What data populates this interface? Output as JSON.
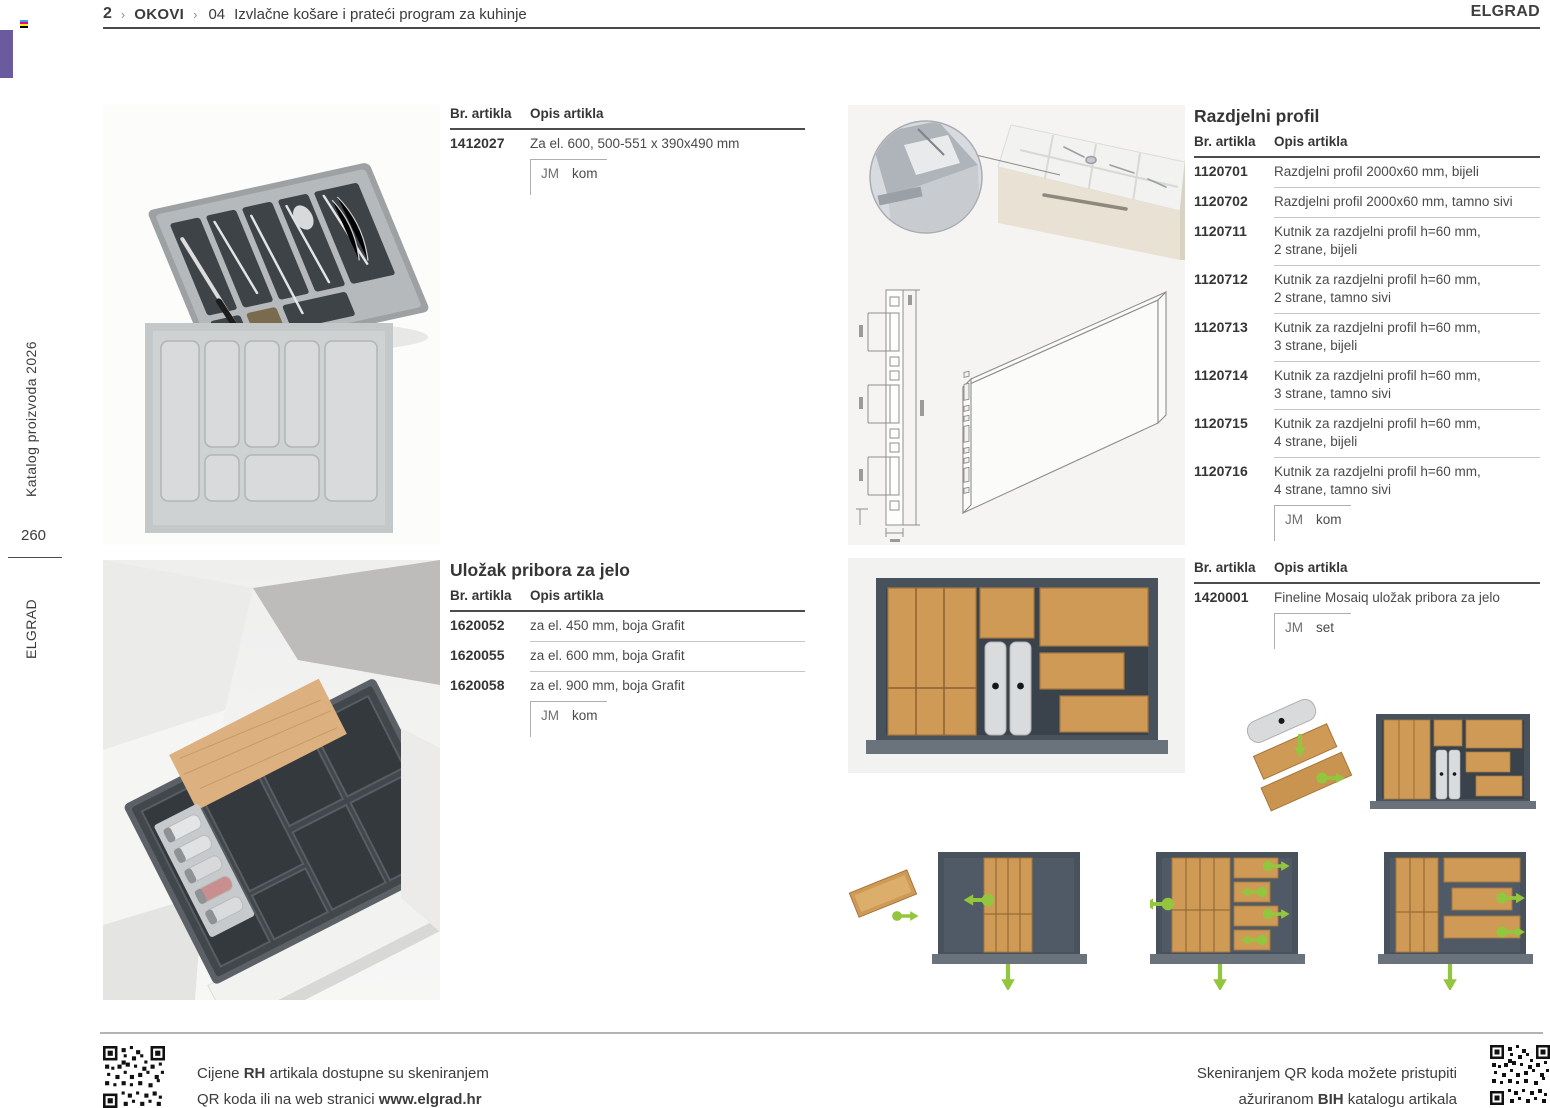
{
  "header": {
    "page_num": "2",
    "separator": "›",
    "section": "OKOVI",
    "subsection": "04",
    "title": "Izvlačne košare i prateći program za kuhinje",
    "brand": "ELGRAD"
  },
  "sidebar": {
    "catalog": "Katalog proizvoda 2026",
    "page_number": "260",
    "brand": "ELGRAD"
  },
  "labels": {
    "br_artikla": "Br. artikla",
    "opis_artikla": "Opis artikla",
    "jm": "JM"
  },
  "sections": {
    "table1": {
      "rows": [
        {
          "br": "1412027",
          "opis": "Za el. 600, 500-551 x 390x490 mm"
        }
      ],
      "jm_value": "kom"
    },
    "ulozak": {
      "title": "Uložak pribora za jelo",
      "rows": [
        {
          "br": "1620052",
          "opis": "za el. 450 mm, boja Grafit"
        },
        {
          "br": "1620055",
          "opis": "za el. 600 mm, boja Grafit"
        },
        {
          "br": "1620058",
          "opis": "za el. 900 mm, boja Grafit"
        }
      ],
      "jm_value": "kom"
    },
    "razdjelni": {
      "title": "Razdjelni profil",
      "rows": [
        {
          "br": "1120701",
          "opis": "Razdjelni profil 2000x60 mm, bijeli"
        },
        {
          "br": "1120702",
          "opis": "Razdjelni profil 2000x60 mm, tamno sivi"
        },
        {
          "br": "1120711",
          "opis": "Kutnik za razdjelni profil h=60 mm,\n2 strane, bijeli"
        },
        {
          "br": "1120712",
          "opis": "Kutnik za razdjelni profil h=60 mm,\n2 strane, tamno sivi"
        },
        {
          "br": "1120713",
          "opis": "Kutnik za razdjelni profil h=60 mm,\n3 strane, bijeli"
        },
        {
          "br": "1120714",
          "opis": "Kutnik za razdjelni profil h=60 mm,\n3 strane, tamno sivi"
        },
        {
          "br": "1120715",
          "opis": "Kutnik za razdjelni profil h=60 mm,\n4 strane, bijeli"
        },
        {
          "br": "1120716",
          "opis": "Kutnik za razdjelni profil h=60 mm,\n4 strane, tamno sivi"
        }
      ],
      "jm_value": "kom"
    },
    "fineline": {
      "rows": [
        {
          "br": "1420001",
          "opis": "Fineline Mosaiq uložak pribora za jelo"
        }
      ],
      "jm_value": "set"
    }
  },
  "footer": {
    "left": {
      "pre1": "Cijene ",
      "bold1": "RH",
      "post1": " artikala dostupne su skeniranjem",
      "pre2": "QR koda ili na web stranici ",
      "bold2": "www.elgrad.hr"
    },
    "right": {
      "line1": "Skeniranjem QR koda možete pristupiti",
      "pre2": "ažuriranom ",
      "bold2": "BIH",
      "post2": " katalogu artikala"
    }
  },
  "colors": {
    "accent_purple": "#6a5a9e",
    "accent_green": "#94c53e",
    "wood": "#cf9a55",
    "drawer_gray": "#47525c"
  }
}
